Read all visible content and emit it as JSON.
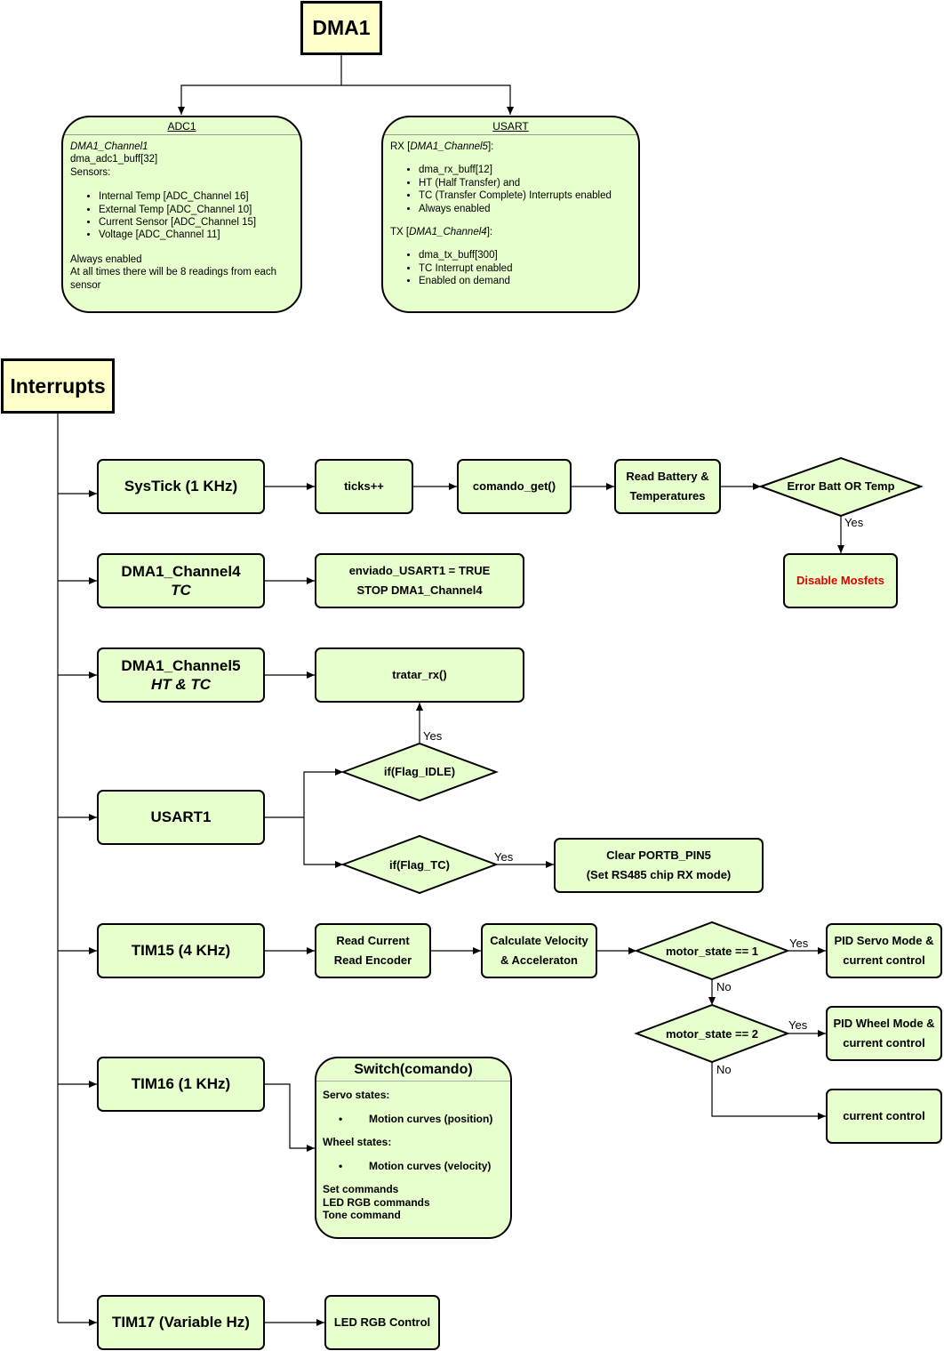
{
  "dma1": {
    "title": "DMA1",
    "adc1": {
      "title": "ADC1",
      "channel": "DMA1_Channel1",
      "buffer": "dma_adc1_buff[32]",
      "sensors_label": "Sensors:",
      "sensors": [
        "Internal Temp [ADC_Channel 16]",
        "External Temp [ADC_Channel 10]",
        "Current Sensor [ADC_Channel 15]",
        "Voltage [ADC_Channel 11]"
      ],
      "note1": "Always enabled",
      "note2": "At all times there will be 8 readings from each sensor"
    },
    "usart": {
      "title": "USART",
      "rx_prefix": "RX [",
      "rx_channel": "DMA1_Channel5",
      "rx_suffix": "]:",
      "rx_items": [
        "dma_rx_buff[12]",
        "HT (Half Transfer) and",
        "TC (Transfer Complete) Interrupts enabled",
        "Always enabled"
      ],
      "tx_prefix": "TX [",
      "tx_channel": "DMA1_Channel4",
      "tx_suffix": "]:",
      "tx_items": [
        "dma_tx_buff[300]",
        "TC Interrupt enabled",
        "Enabled on demand"
      ]
    }
  },
  "interrupts": {
    "title": "Interrupts",
    "systick": {
      "label": "SysTick (1 KHz)",
      "ticks": "ticks++",
      "comando_get": "comando_get()",
      "read_battery_1": "Read Battery &",
      "read_battery_2": "Temperatures",
      "error_check": "Error Batt OR Temp",
      "yes": "Yes",
      "disable": "Disable Mosfets"
    },
    "ch4": {
      "label_1": "DMA1_Channel4",
      "label_2": "TC",
      "action_1": "enviado_USART1 = TRUE",
      "action_2": "STOP DMA1_Channel4"
    },
    "ch5": {
      "label_1": "DMA1_Channel5",
      "label_2": "HT & TC",
      "action": "tratar_rx()"
    },
    "usart1": {
      "label": "USART1",
      "flag_idle": "if(Flag_IDLE)",
      "flag_tc": "if(Flag_TC)",
      "yes_idle": "Yes",
      "yes_tc": "Yes",
      "clear_1": "Clear PORTB_PIN5",
      "clear_2": "(Set RS485 chip RX mode)"
    },
    "tim15": {
      "label": "TIM15 (4 KHz)",
      "read_1": "Read Current",
      "read_2": "Read Encoder",
      "calc_1": "Calculate Velocity",
      "calc_2": "& Acceleraton",
      "state1": "motor_state == 1",
      "state2": "motor_state == 2",
      "yes1": "Yes",
      "no1": "No",
      "yes2": "Yes",
      "no2": "No",
      "servo_1": "PID Servo Mode &",
      "servo_2": "current control",
      "wheel_1": "PID Wheel Mode &",
      "wheel_2": "current control",
      "current": "current control"
    },
    "tim16": {
      "label": "TIM16 (1 KHz)",
      "switch_title": "Switch(comando)",
      "servo_states": "Servo states:",
      "servo_item": "Motion curves (position)",
      "wheel_states": "Wheel states:",
      "wheel_item": "Motion curves (velocity)",
      "set_commands": "Set commands",
      "led_commands": "LED RGB commands",
      "tone_command": "Tone command"
    },
    "tim17": {
      "label": "TIM17 (Variable Hz)",
      "led": "LED RGB Control"
    }
  }
}
